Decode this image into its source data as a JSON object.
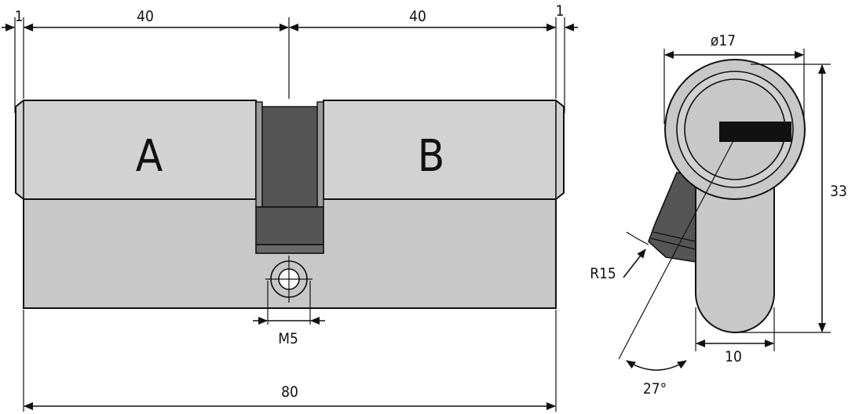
{
  "front_view": {
    "side_a_label": "A",
    "side_b_label": "B",
    "dim_left_collar": "1",
    "dim_side_a": "40",
    "dim_side_b": "40",
    "dim_right_collar": "1",
    "dim_screw": "M5",
    "dim_total": "80"
  },
  "side_view": {
    "dim_diameter": "ø17",
    "dim_height": "33",
    "dim_body_width": "10",
    "dim_radius": "R15",
    "dim_angle": "27°"
  },
  "colors": {
    "body": "#c8c8c8",
    "body_light": "#d2d2d2",
    "cam": "#555555",
    "line": "#111111",
    "background": "#ffffff"
  }
}
